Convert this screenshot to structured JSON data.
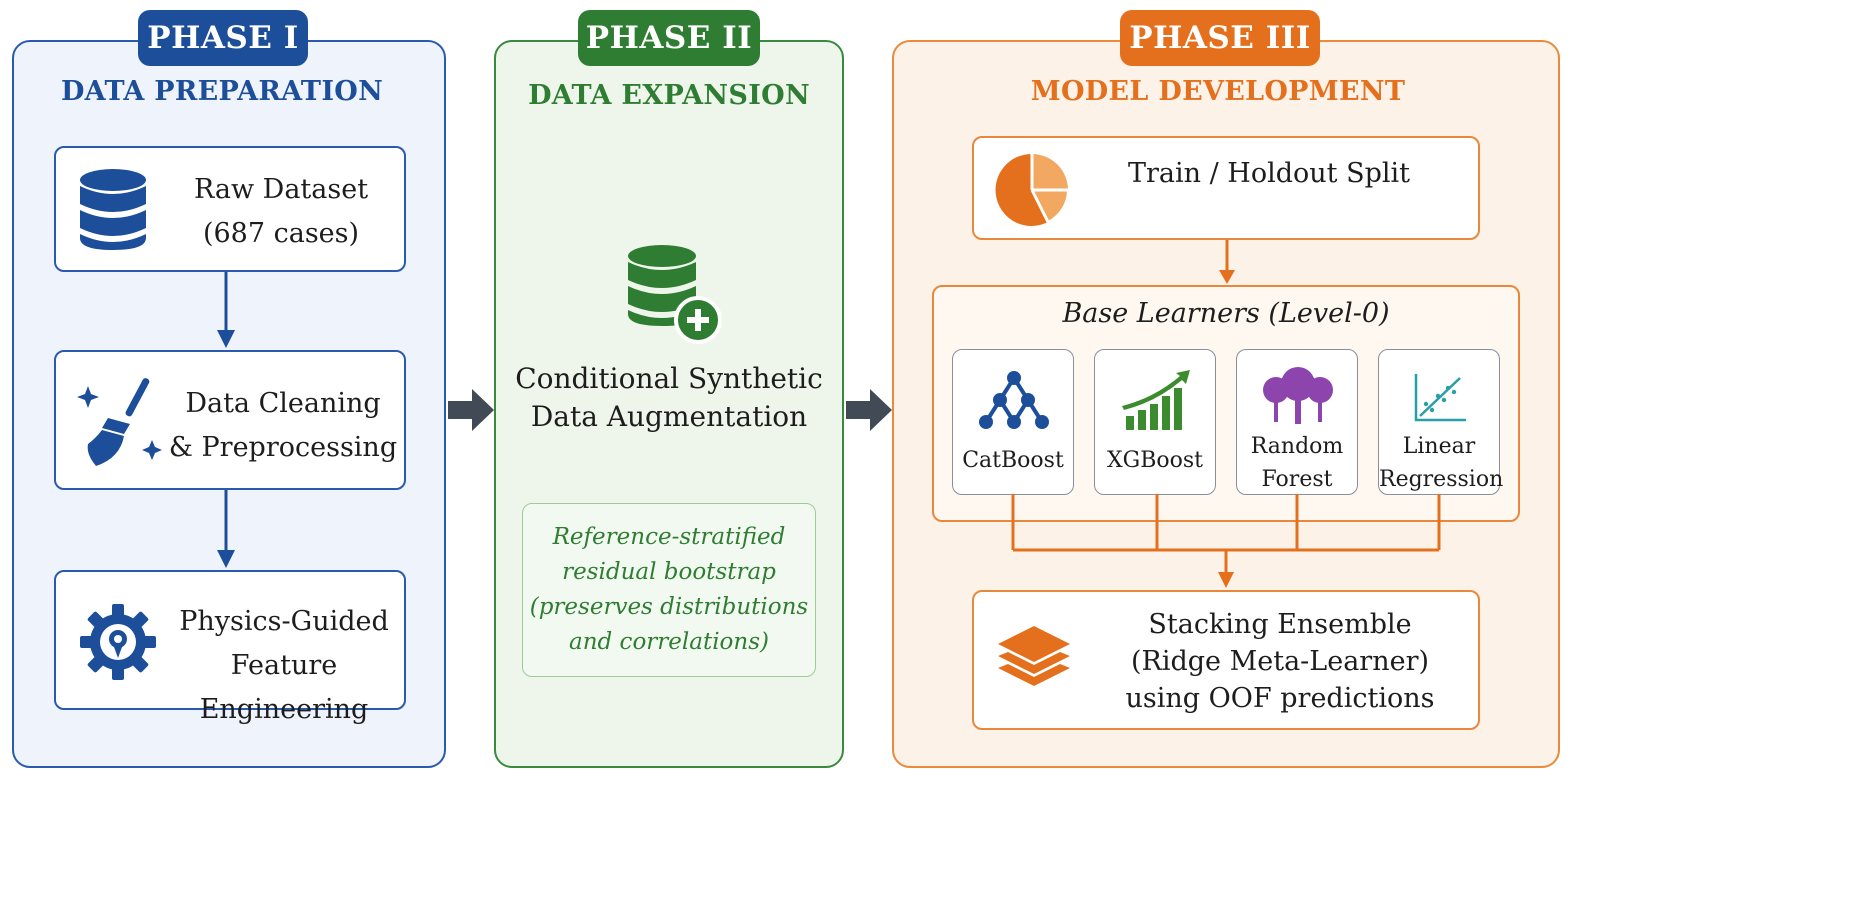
{
  "colors": {
    "phase1": "#1c4e9a",
    "phase2": "#2f7d32",
    "phase3": "#e4701e",
    "arrow": "#424a55"
  },
  "phase1": {
    "tab": "PHASE I",
    "title": "DATA PREPARATION",
    "steps": [
      {
        "icon": "database-icon",
        "lines": [
          "Raw Dataset",
          "(687 cases)"
        ]
      },
      {
        "icon": "broom-sparkle-icon",
        "lines": [
          "Data Cleaning",
          "& Preprocessing"
        ]
      },
      {
        "icon": "gear-icon",
        "lines": [
          "Physics-Guided",
          "Feature Engineering"
        ]
      }
    ]
  },
  "phase2": {
    "tab": "PHASE II",
    "title": "DATA EXPANSION",
    "icon": "database-plus-icon",
    "method_lines": [
      "Conditional Synthetic",
      "Data Augmentation"
    ],
    "note_lines": [
      "Reference-stratified",
      "residual bootstrap",
      "(preserves distributions",
      "and correlations)"
    ]
  },
  "phase3": {
    "tab": "PHASE III",
    "title": "MODEL DEVELOPMENT",
    "split": {
      "icon": "pie-chart-icon",
      "label": "Train / Holdout Split"
    },
    "base_learners": {
      "title": "Base Learners (Level-0)",
      "items": [
        {
          "icon": "tree-graph-icon",
          "lines": [
            "CatBoost"
          ]
        },
        {
          "icon": "growth-bars-icon",
          "lines": [
            "XGBoost"
          ]
        },
        {
          "icon": "forest-icon",
          "lines": [
            "Random",
            "Forest"
          ]
        },
        {
          "icon": "scatter-trend-icon",
          "lines": [
            "Linear",
            "Regression"
          ]
        }
      ]
    },
    "ensemble": {
      "icon": "layers-icon",
      "lines": [
        "Stacking Ensemble",
        "(Ridge Meta-Learner)",
        "using OOF predictions"
      ]
    }
  }
}
